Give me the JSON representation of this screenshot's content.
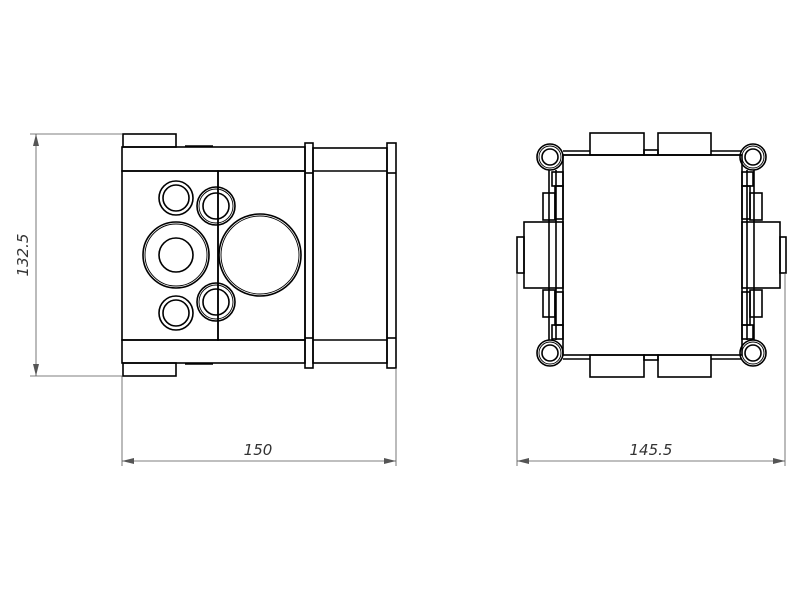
{
  "drawing": {
    "side_view": {
      "height_dimension": "132.5",
      "width_dimension": "150"
    },
    "front_view": {
      "width_dimension": "145.5"
    }
  },
  "colors": {
    "line": "#000000",
    "dimension": "#555555",
    "background": "#ffffff"
  }
}
